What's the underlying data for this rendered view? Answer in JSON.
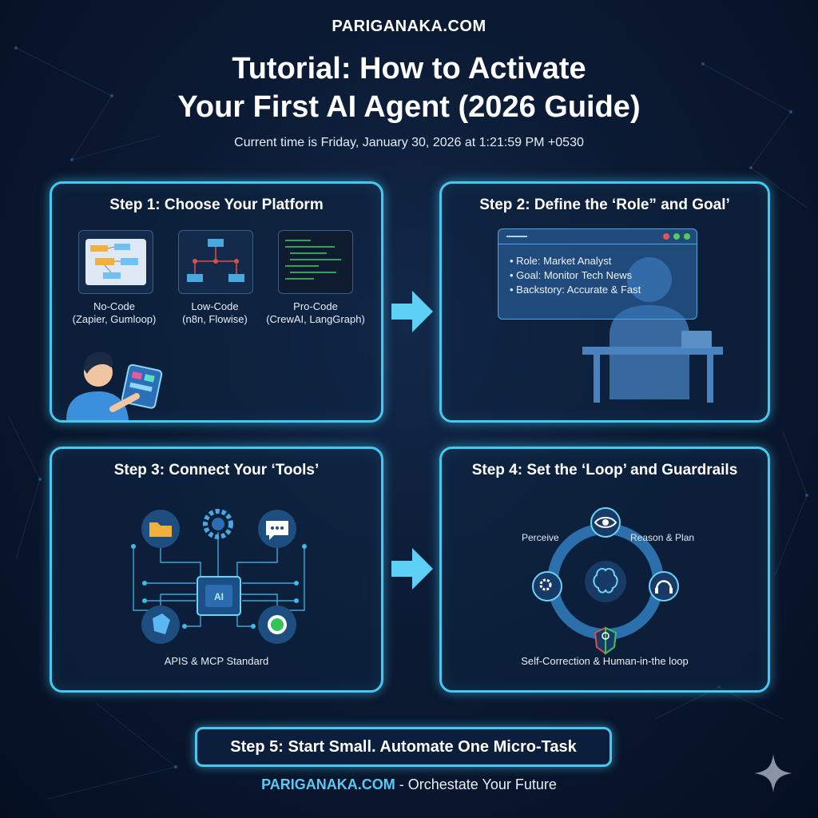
{
  "header": {
    "brand": "PARIGANAKA.COM",
    "title_line1": "Tutorial: How to Activate",
    "title_line2": "Your First AI Agent (2026 Guide)",
    "subtitle": "Current time is Friday, January 30, 2026 at 1:21:59 PM +0530"
  },
  "steps": [
    {
      "title": "Step 1: Choose Your Platform",
      "platforms": [
        {
          "name": "No-Code",
          "examples": "(Zapier, Gumloop)"
        },
        {
          "name": "Low-Code",
          "examples": "(n8n, Flowise)"
        },
        {
          "name": "Pro-Code",
          "examples": "(CrewAI, LangGraph)"
        }
      ]
    },
    {
      "title": "Step 2: Define the ‘Role” and Goal’",
      "bullets": [
        "• Role: Market Analyst",
        "• Goal: Monitor Tech News",
        "• Backstory: Accurate & Fast"
      ]
    },
    {
      "title": "Step 3: Connect Your ‘Tools’",
      "caption": "APIS & MCP Standard",
      "chip_text": "AI"
    },
    {
      "title": "Step 4: Set the ‘Loop’ and Guardrails",
      "label_left": "Perceive",
      "label_right": "Reason & Plan",
      "caption": "Self-Correction & Human-in-the loop"
    }
  ],
  "step5": "Step 5: Start Small. Automate One Micro-Task",
  "footer": {
    "brand": "PARIGANAKA.COM",
    "tagline": " - Orchestate Your Future"
  },
  "colors": {
    "accent": "#45c9f2",
    "background": "#0b1a33",
    "arrow": "#5fd0f5"
  },
  "icons": [
    "folder-icon",
    "gear-icon",
    "chat-icon",
    "cube-icon",
    "whatsapp-icon",
    "eye-icon",
    "brain-icon",
    "settings-icon",
    "headset-icon",
    "shield-icon",
    "sparkle-icon"
  ]
}
